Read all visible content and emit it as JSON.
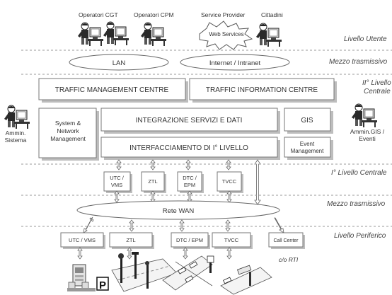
{
  "users": {
    "cgt": "Operatori CGT",
    "cpm": "Operatori CPM",
    "service_provider": "Service Provider",
    "cittadini": "Cittadini",
    "web_services": "Web Services"
  },
  "layers": {
    "utente": "Livello Utente",
    "mezzo1": "Mezzo trasmissivo",
    "livello2_line1": "II° Livello",
    "livello2_line2": "Centrale",
    "livello1": "I° Livello Centrale",
    "mezzo2": "Mezzo trasmissivo",
    "periferico": "Livello Periferico"
  },
  "networks": {
    "lan": "LAN",
    "internet": "Internet / Intranet",
    "wan": "Rete WAN"
  },
  "centres": {
    "tmc": "TRAFFIC MANAGEMENT CENTRE",
    "tic": "TRAFFIC INFORMATION CENTRE",
    "integrazione": "INTEGRAZIONE SERVIZI E DATI",
    "gis": "GIS",
    "interfacciamento": "INTERFACCIAMENTO DI I° LIVELLO",
    "system_line1": "System &",
    "system_line2": "Network",
    "system_line3": "Management",
    "event_line1": "Event",
    "event_line2": "Management"
  },
  "admins": {
    "sistema_line1": "Ammin.",
    "sistema_line2": "Sistema",
    "gis_line1": "Ammin.GIS /",
    "gis_line2": "Eventi"
  },
  "level1_boxes": {
    "utc_line1": "UTC /",
    "utc_line2": "VMS",
    "ztl": "ZTL",
    "dtc_line1": "DTC /",
    "dtc_line2": "EPM",
    "tvcc": "TVCC"
  },
  "peripheral_boxes": {
    "utc_vms": "UTC / VMS",
    "ztl": "ZTL",
    "dtc_epm": "DTC / EPM",
    "tvcc": "TVCC",
    "call_center": "Call Center"
  },
  "other": {
    "rti": "c/o RTI",
    "parking": "P"
  }
}
